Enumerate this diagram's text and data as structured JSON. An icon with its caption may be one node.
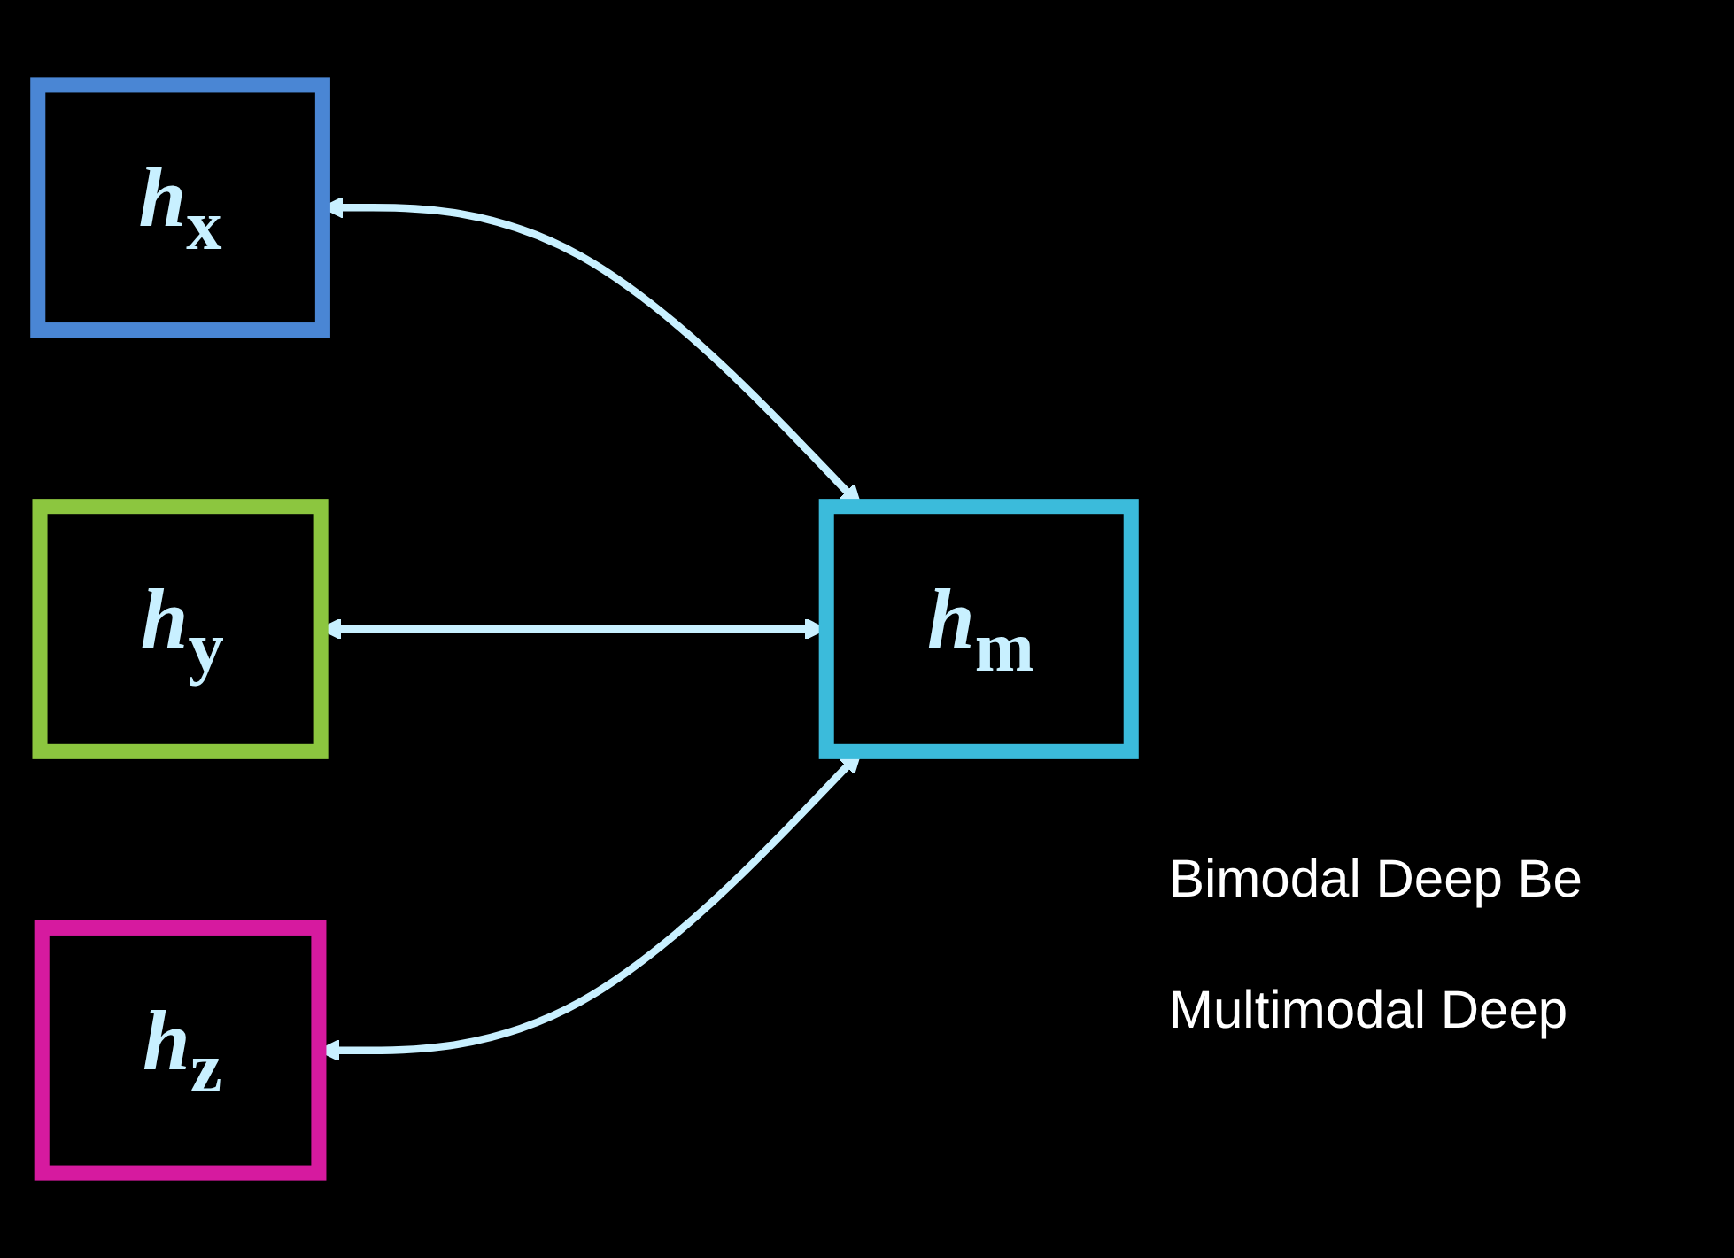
{
  "diagram": {
    "nodes": [
      {
        "text": [
          "h$_{x}$"
        ]
      },
      {
        "text": [
          "h$_{y}$"
        ]
      },
      {
        "text": [
          "h$_{m}$"
        ]
      },
      {
        "text": [
          "h$_{z}$"
        ]
      }
    ],
    "edges": [
      {
        "from": 2,
        "to": 0,
        "arrow": "both"
      },
      {
        "from": 2,
        "to": 1,
        "arrow": "both"
      },
      {
        "from": 2,
        "to": 3,
        "arrow": "both"
      }
    ],
    "labels": [
      "Bimodal Deep Be",
      "Multimodal Deep"
    ]
  }
}
